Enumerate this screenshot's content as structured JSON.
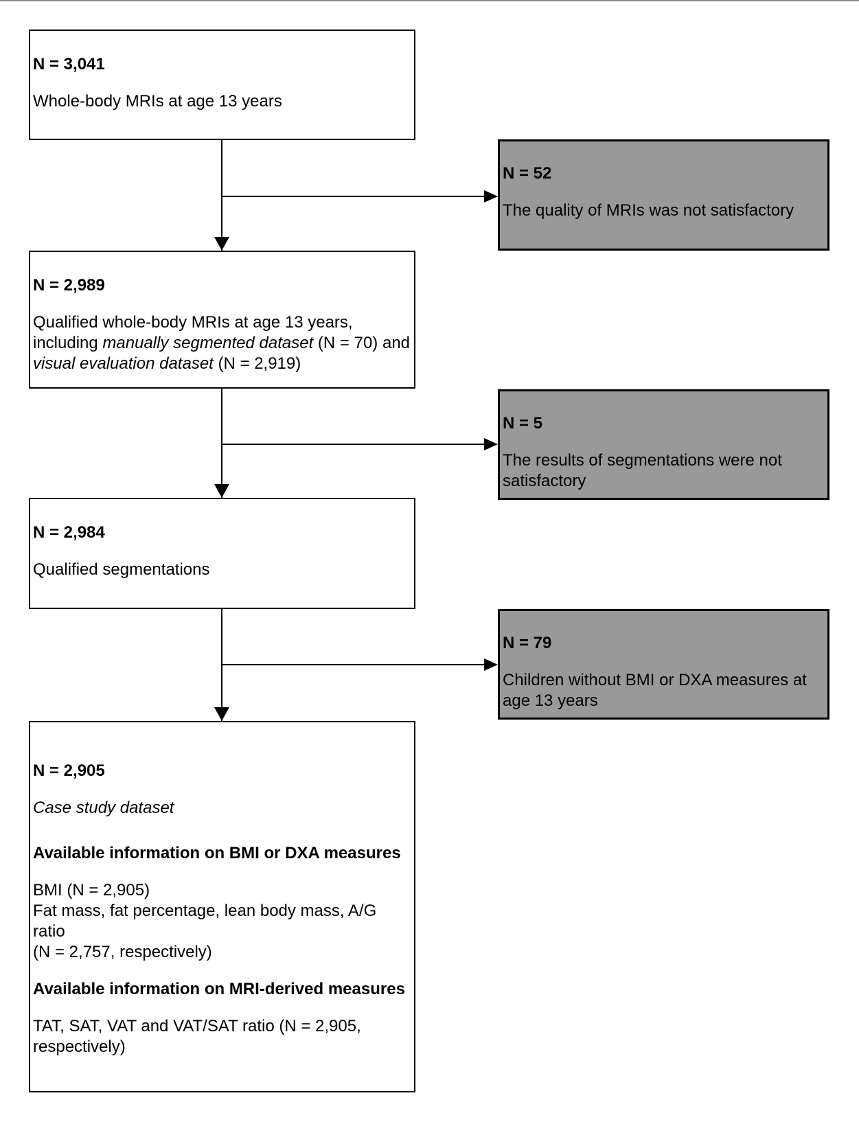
{
  "diagram": {
    "colors": {
      "exclusion_fill": "#999999",
      "line": "#000000"
    },
    "box1": {
      "n": "N = 3,041",
      "desc": "Whole-body MRIs at age 13 years"
    },
    "excl1": {
      "n": "N = 52",
      "desc": "The quality of MRIs was not satisfactory"
    },
    "box2": {
      "n": "N = 2,989",
      "desc_part1": "Qualified whole-body MRIs at age 13 years,\nincluding ",
      "desc_italic1": "manually segmented dataset",
      "desc_part2": " (N = 70) and\n",
      "desc_italic2": "visual evaluation dataset",
      "desc_part3": " (N = 2,919)"
    },
    "excl2": {
      "n": "N = 5",
      "desc": "The results of segmentations were not\nsatisfactory"
    },
    "box3": {
      "n": "N = 2,984",
      "desc": "Qualified segmentations"
    },
    "excl3": {
      "n": "N = 79",
      "desc": "Children without BMI or DXA measures at\nage 13 years"
    },
    "box4": {
      "n": "N = 2,905",
      "dataset_label": "Case study dataset",
      "section1_heading": "Available information on BMI or DXA measures",
      "section1_body": "BMI (N = 2,905)\nFat mass, fat percentage, lean body mass, A/G ratio\n(N = 2,757, respectively)",
      "section2_heading": "Available information on MRI-derived measures",
      "section2_body": "TAT, SAT, VAT and VAT/SAT ratio (N = 2,905,\nrespectively)"
    }
  }
}
